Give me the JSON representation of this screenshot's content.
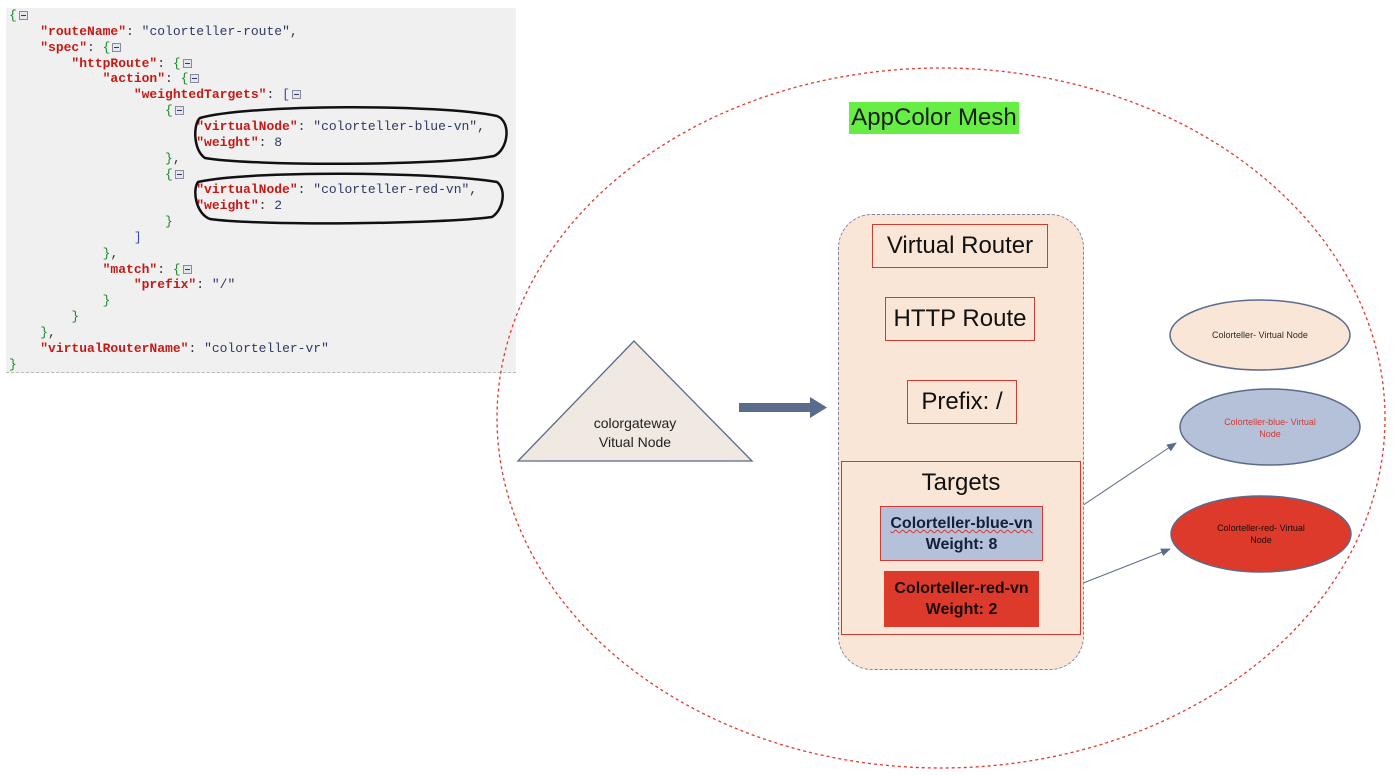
{
  "code": {
    "lines": [
      [
        {
          "t": "{",
          "c": "br"
        },
        {
          "icon": true
        }
      ],
      [
        {
          "t": "    "
        },
        {
          "t": "\"routeName\"",
          "c": "k"
        },
        {
          "t": ": ",
          "c": "p"
        },
        {
          "t": "\"colorteller-route\"",
          "c": "s"
        },
        {
          "t": ",",
          "c": "p"
        }
      ],
      [
        {
          "t": "    "
        },
        {
          "t": "\"spec\"",
          "c": "k"
        },
        {
          "t": ": ",
          "c": "p"
        },
        {
          "t": "{",
          "c": "br"
        },
        {
          "icon": true
        }
      ],
      [
        {
          "t": "        "
        },
        {
          "t": "\"httpRoute\"",
          "c": "k"
        },
        {
          "t": ": ",
          "c": "p"
        },
        {
          "t": "{",
          "c": "br"
        },
        {
          "icon": true
        }
      ],
      [
        {
          "t": "            "
        },
        {
          "t": "\"action\"",
          "c": "k"
        },
        {
          "t": ": ",
          "c": "p"
        },
        {
          "t": "{",
          "c": "br"
        },
        {
          "icon": true
        }
      ],
      [
        {
          "t": "                "
        },
        {
          "t": "\"weightedTargets\"",
          "c": "k"
        },
        {
          "t": ": ",
          "c": "p"
        },
        {
          "t": "[",
          "c": "bk"
        },
        {
          "icon": true
        }
      ],
      [
        {
          "t": "                    "
        },
        {
          "t": "{",
          "c": "br"
        },
        {
          "icon": true
        }
      ],
      [
        {
          "t": "                        "
        },
        {
          "t": "\"virtualNode\"",
          "c": "k"
        },
        {
          "t": ": ",
          "c": "p"
        },
        {
          "t": "\"colorteller-blue-vn\"",
          "c": "s"
        },
        {
          "t": ",",
          "c": "p"
        }
      ],
      [
        {
          "t": "                        "
        },
        {
          "t": "\"weight\"",
          "c": "k"
        },
        {
          "t": ": ",
          "c": "p"
        },
        {
          "t": "8",
          "c": "n"
        }
      ],
      [
        {
          "t": "                    "
        },
        {
          "t": "}",
          "c": "br"
        },
        {
          "t": ",",
          "c": "p"
        }
      ],
      [
        {
          "t": "                    "
        },
        {
          "t": "{",
          "c": "br"
        },
        {
          "icon": true
        }
      ],
      [
        {
          "t": "                        "
        },
        {
          "t": "\"virtualNode\"",
          "c": "k"
        },
        {
          "t": ": ",
          "c": "p"
        },
        {
          "t": "\"colorteller-red-vn\"",
          "c": "s"
        },
        {
          "t": ",",
          "c": "p"
        }
      ],
      [
        {
          "t": "                        "
        },
        {
          "t": "\"weight\"",
          "c": "k"
        },
        {
          "t": ": ",
          "c": "p"
        },
        {
          "t": "2",
          "c": "n"
        }
      ],
      [
        {
          "t": "                    "
        },
        {
          "t": "}",
          "c": "br"
        }
      ],
      [
        {
          "t": "                "
        },
        {
          "t": "]",
          "c": "bk"
        }
      ],
      [
        {
          "t": "            "
        },
        {
          "t": "}",
          "c": "br"
        },
        {
          "t": ",",
          "c": "p"
        }
      ],
      [
        {
          "t": "            "
        },
        {
          "t": "\"match\"",
          "c": "k"
        },
        {
          "t": ": ",
          "c": "p"
        },
        {
          "t": "{",
          "c": "br"
        },
        {
          "icon": true
        }
      ],
      [
        {
          "t": "                "
        },
        {
          "t": "\"prefix\"",
          "c": "k"
        },
        {
          "t": ": ",
          "c": "p"
        },
        {
          "t": "\"/\"",
          "c": "s"
        }
      ],
      [
        {
          "t": "            "
        },
        {
          "t": "}",
          "c": "br"
        }
      ],
      [
        {
          "t": "        "
        },
        {
          "t": "}",
          "c": "br"
        }
      ],
      [
        {
          "t": "    "
        },
        {
          "t": "}",
          "c": "br"
        },
        {
          "t": ",",
          "c": "p"
        }
      ],
      [
        {
          "t": "    "
        },
        {
          "t": "\"virtualRouterName\"",
          "c": "k"
        },
        {
          "t": ": ",
          "c": "p"
        },
        {
          "t": "\"colorteller-vr\"",
          "c": "s"
        }
      ],
      [
        {
          "t": "}",
          "c": "br"
        }
      ]
    ]
  },
  "diagram": {
    "mesh_title": "AppColor Mesh",
    "gateway": {
      "line1": "colorgateway",
      "line2": "Vitual Node"
    },
    "virtual_router": "Virtual Router",
    "http_route": "HTTP Route",
    "prefix": "Prefix: /",
    "targets_title": "Targets",
    "blue_target": {
      "name": "Colorteller-blue-vn",
      "weight": "Weight: 8"
    },
    "red_target": {
      "name": "Colorteller-red-vn",
      "weight": "Weight: 2"
    },
    "nodes": {
      "colorteller": "Colorteller- Virtual Node",
      "blue_line1": "Colorteller-blue- Virtual",
      "blue_line2": "Node",
      "red_line1": "Colorteller-red- Virtual",
      "red_line2": "Node"
    }
  },
  "colors": {
    "mesh_border": "#e0392f",
    "mesh_title_bg": "#66ee44",
    "router_bg": "#fae6d6",
    "blue_node": "#b5c1d9",
    "red_node": "#de3a2b",
    "gateway_fill": "#efe9e1",
    "arrow": "#5a6b8c"
  }
}
